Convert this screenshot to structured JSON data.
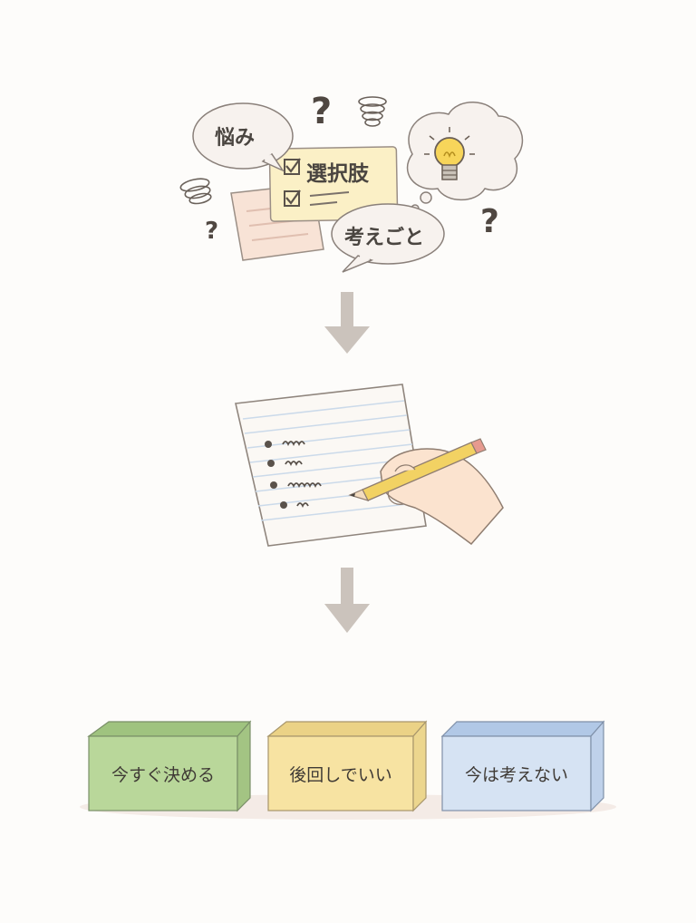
{
  "top_cluster": {
    "bubble_worry": "悩み",
    "note_options": "選択肢",
    "bubble_thinking": "考えごと",
    "question_mark": "?"
  },
  "boxes": [
    {
      "label": "今すぐ決める",
      "color": "#b9d79a"
    },
    {
      "label": "後回しでいい",
      "color": "#f7e3a2"
    },
    {
      "label": "今は考えない",
      "color": "#c9daf0"
    }
  ]
}
